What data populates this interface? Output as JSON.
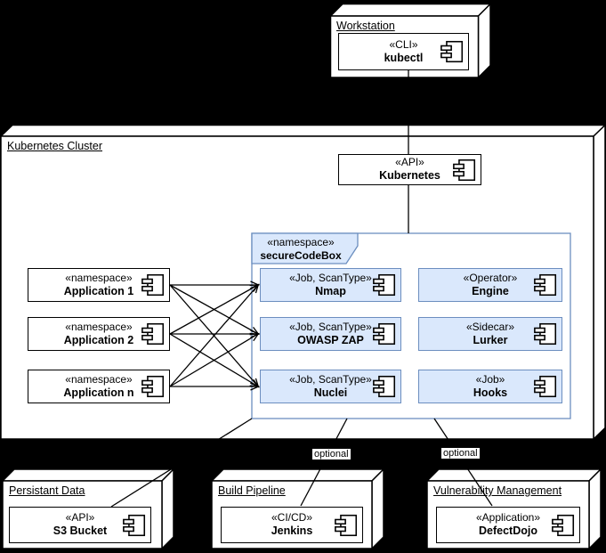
{
  "colors": {
    "background": "#000000",
    "node_fill": "#ffffff",
    "line": "#000000",
    "namespace_fill": "#dae8fc",
    "namespace_border": "#6c8ebf"
  },
  "nodes": {
    "workstation": {
      "title": "Workstation",
      "component": {
        "stereotype": "«CLI»",
        "name": "kubectl"
      }
    },
    "cluster": {
      "title": "Kubernetes Cluster",
      "api": {
        "stereotype": "«API»",
        "name": "Kubernetes"
      },
      "applications": [
        {
          "stereotype": "«namespace»",
          "name": "Application 1"
        },
        {
          "stereotype": "«namespace»",
          "name": "Application 2"
        },
        {
          "stereotype": "«namespace»",
          "name": "Application n"
        }
      ],
      "namespace": {
        "stereotype": "«namespace»",
        "name": "secureCodeBox",
        "scanners": [
          {
            "stereotype": "«Job, ScanType»",
            "name": "Nmap"
          },
          {
            "stereotype": "«Job, ScanType»",
            "name": "OWASP ZAP"
          },
          {
            "stereotype": "«Job, ScanType»",
            "name": "Nuclei"
          }
        ],
        "services": [
          {
            "stereotype": "«Operator»",
            "name": "Engine"
          },
          {
            "stereotype": "«Sidecar»",
            "name": "Lurker"
          },
          {
            "stereotype": "«Job»",
            "name": "Hooks"
          }
        ]
      }
    },
    "persistent_data": {
      "title": "Persistant Data",
      "component": {
        "stereotype": "«API»",
        "name": "S3 Bucket"
      }
    },
    "build_pipeline": {
      "title": "Build Pipeline",
      "component": {
        "stereotype": "«CI/CD»",
        "name": "Jenkins"
      }
    },
    "vuln_mgmt": {
      "title": "Vulnerability Management",
      "component": {
        "stereotype": "«Application»",
        "name": "DefectDojo"
      }
    }
  },
  "labels": {
    "optional_left": "optional",
    "optional_right": "optional"
  }
}
